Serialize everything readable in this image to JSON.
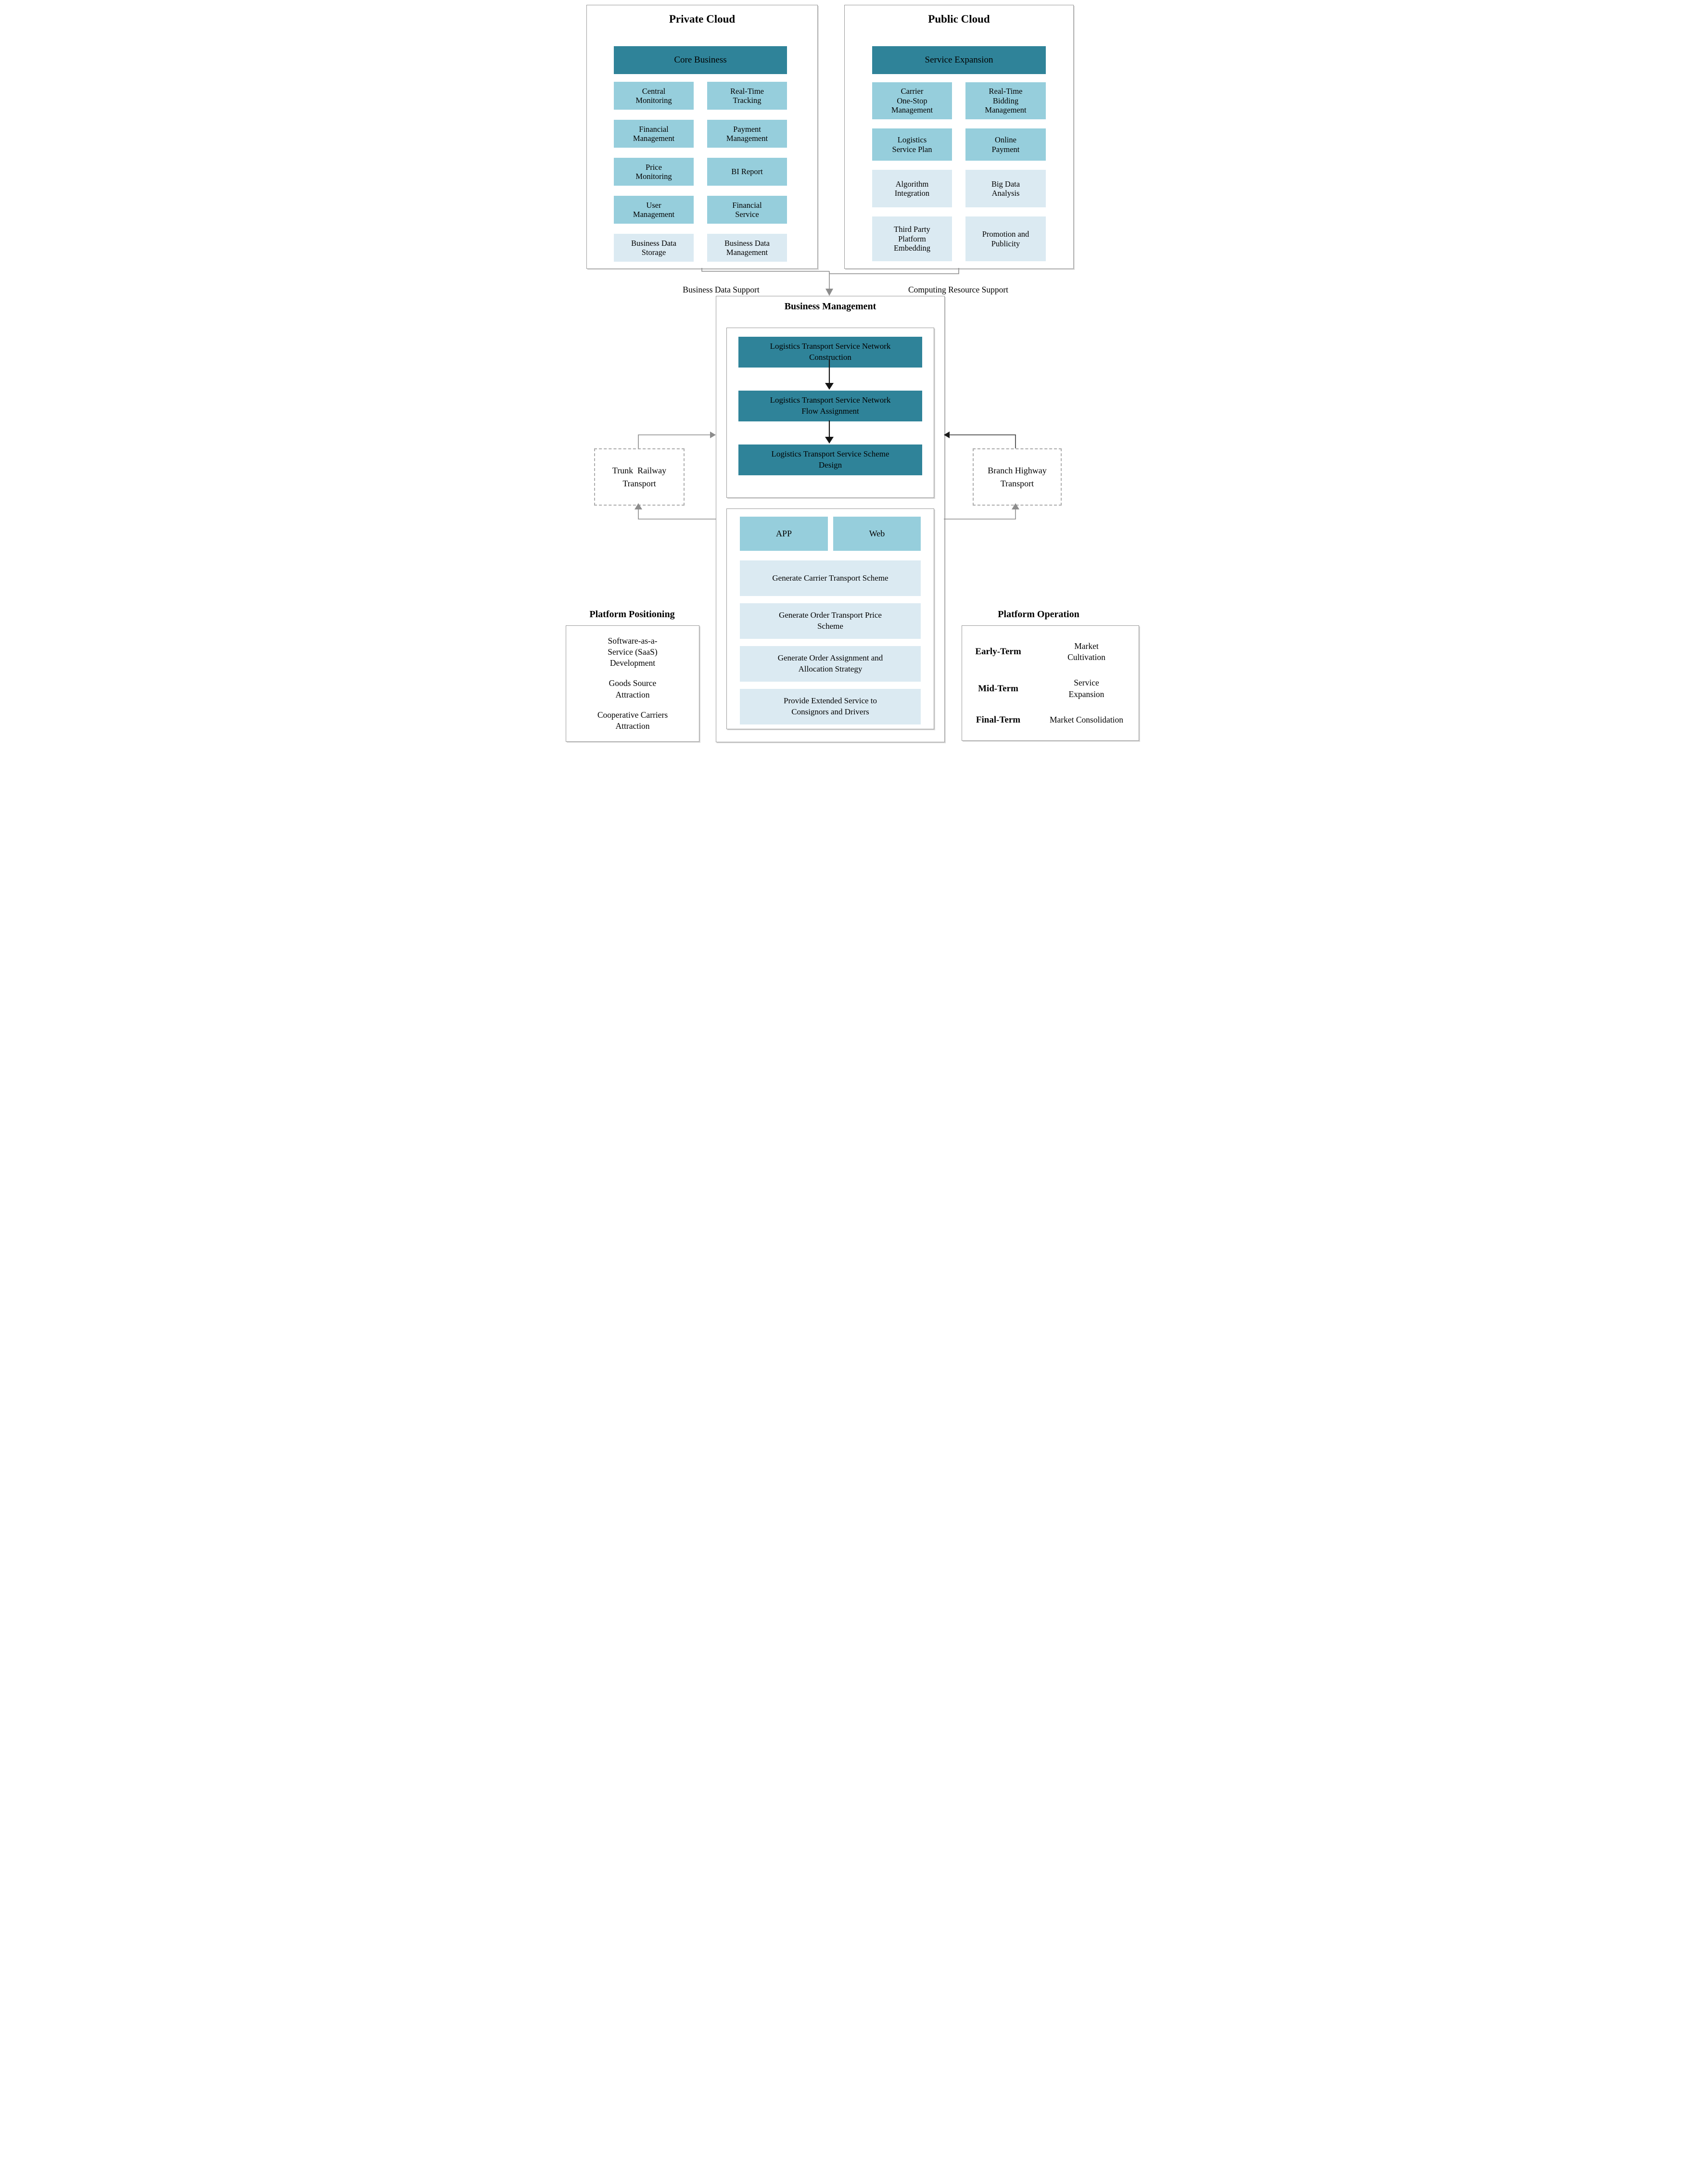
{
  "colors": {
    "dark_teal": "#2F8399",
    "medium_blue": "#96CEDC",
    "pale_blue": "#DBEAF2",
    "border_gray": "#9A9A9A",
    "dashed_gray": "#ABABAB",
    "connector_gray": "#8C8C8C",
    "arrow_black": "#1A1A1A"
  },
  "private_cloud": {
    "title": "Private Cloud",
    "header": "Core Business",
    "cells": [
      {
        "label": "Central\nMonitoring",
        "tone": "medium"
      },
      {
        "label": "Real-Time\nTracking",
        "tone": "medium"
      },
      {
        "label": "Financial\nManagement",
        "tone": "medium"
      },
      {
        "label": "Payment\nManagement",
        "tone": "medium"
      },
      {
        "label": "Price\nMonitoring",
        "tone": "medium"
      },
      {
        "label": "BI Report",
        "tone": "medium"
      },
      {
        "label": "User\nManagement",
        "tone": "medium"
      },
      {
        "label": "Financial\nService",
        "tone": "medium"
      },
      {
        "label": "Business Data\nStorage",
        "tone": "pale"
      },
      {
        "label": "Business Data\nManagement",
        "tone": "pale"
      }
    ]
  },
  "public_cloud": {
    "title": "Public Cloud",
    "header": "Service Expansion",
    "cells": [
      {
        "label": "Carrier\nOne-Stop\nManagement",
        "tone": "medium"
      },
      {
        "label": "Real-Time\nBidding\nManagement",
        "tone": "medium"
      },
      {
        "label": "Logistics\nService Plan",
        "tone": "medium"
      },
      {
        "label": "Online\nPayment",
        "tone": "medium"
      },
      {
        "label": "Algorithm\nIntegration",
        "tone": "pale"
      },
      {
        "label": "Big Data\nAnalysis",
        "tone": "pale"
      },
      {
        "label": "Third Party\nPlatform\nEmbedding",
        "tone": "pale"
      },
      {
        "label": "Promotion and\nPublicity",
        "tone": "pale"
      }
    ]
  },
  "supports": {
    "left": "Business Data Support",
    "right": "Computing Resource Support"
  },
  "business_management": {
    "title": "Business Management",
    "process_steps": [
      "Logistics Transport Service Network\nConstruction",
      "Logistics Transport Service Network\nFlow Assignment",
      "Logistics Transport Service Scheme\nDesign"
    ],
    "channels": [
      "APP",
      "Web"
    ],
    "functions": [
      "Generate Carrier Transport Scheme",
      "Generate Order Transport Price\nScheme",
      "Generate Order Assignment and\nAllocation Strategy",
      "Provide Extended Service to\nConsignors and Drivers"
    ]
  },
  "side_nodes": {
    "left": "Trunk  Railway\nTransport",
    "right": "Branch Highway\nTransport"
  },
  "platform_positioning": {
    "title": "Platform Positioning",
    "items": [
      "Software-as-a-\nService (SaaS)\nDevelopment",
      "Goods Source\nAttraction",
      "Cooperative Carriers\nAttraction"
    ]
  },
  "platform_operation": {
    "title": "Platform Operation",
    "rows": [
      {
        "term": "Early-Term",
        "value": "Market\nCultivation"
      },
      {
        "term": "Mid-Term",
        "value": "Service\nExpansion"
      },
      {
        "term": "Final-Term",
        "value": "Market Consolidation"
      }
    ]
  }
}
